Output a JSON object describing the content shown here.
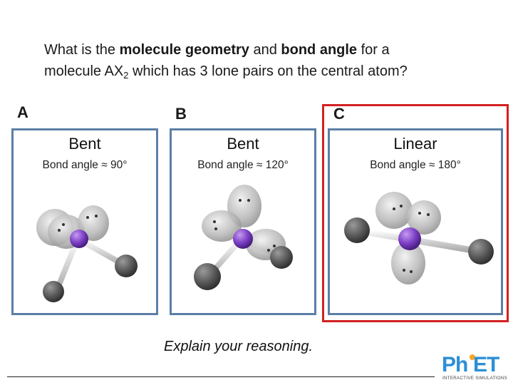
{
  "question": {
    "part1": "What is the ",
    "bold1": "molecule geometry",
    "part2": " and ",
    "bold2": "bond angle",
    "part3": " for a",
    "part4": "molecule AX",
    "sub": "2",
    "part5": " which has 3 lone pairs on the central atom?"
  },
  "options": [
    {
      "letter": "A",
      "geometry": "Bent",
      "angle": "Bond angle ≈ 90°"
    },
    {
      "letter": "B",
      "geometry": "Bent",
      "angle": "Bond angle ≈ 120°"
    },
    {
      "letter": "C",
      "geometry": "Linear",
      "angle": "Bond angle ≈ 180°"
    }
  ],
  "selected_option": "C",
  "prompt": "Explain your reasoning.",
  "logo": {
    "name": "PhET",
    "tagline": "INTERACTIVE SIMULATIONS"
  },
  "colors": {
    "panel_border": "#5b7fa6",
    "highlight_border": "#d42020",
    "central_atom": "#7b3fc4",
    "ligand_atom": "#555555",
    "lone_pair": "#c8c8c8"
  }
}
